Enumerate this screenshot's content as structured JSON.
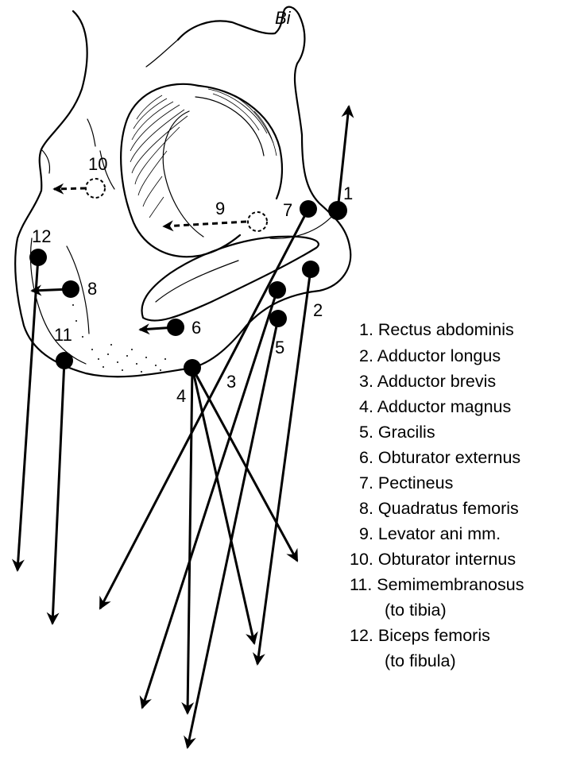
{
  "signature": "Bi",
  "labels": {
    "n1": "1",
    "n2": "2",
    "n3": "3",
    "n4": "4",
    "n5": "5",
    "n6": "6",
    "n7": "7",
    "n8": "8",
    "n9": "9",
    "n10": "10",
    "n11": "11",
    "n12": "12"
  },
  "legend": [
    {
      "line1": "1. Rectus abdominis"
    },
    {
      "line1": "2. Adductor longus"
    },
    {
      "line1": "3. Adductor brevis"
    },
    {
      "line1": "4. Adductor magnus"
    },
    {
      "line1": "5. Gracilis"
    },
    {
      "line1": "6. Obturator externus"
    },
    {
      "line1": "7. Pectineus"
    },
    {
      "line1": "8. Quadratus femoris"
    },
    {
      "line1": "9. Levator ani mm."
    },
    {
      "line1": "10. Obturator internus"
    },
    {
      "line1": "11. Semimembranosus",
      "line2": "(to tibia)"
    },
    {
      "line1": "12. Biceps femoris",
      "line2": "(to fibula)"
    }
  ]
}
